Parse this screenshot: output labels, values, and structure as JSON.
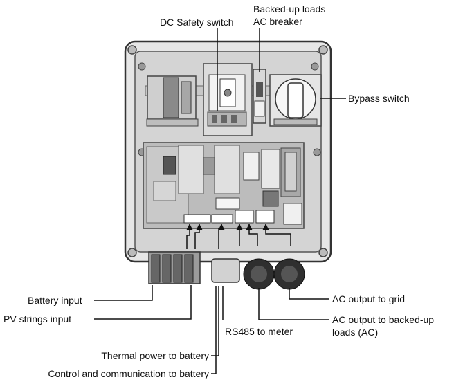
{
  "labels": {
    "dc_safety_switch": "DC Safety switch",
    "backed_up_loads_ac_breaker_line1": "Backed-up loads",
    "backed_up_loads_ac_breaker_line2": "AC breaker",
    "bypass_switch": "Bypass switch",
    "battery_input": "Battery input",
    "pv_strings_input": "PV strings input",
    "rs485_to_meter": "RS485 to meter",
    "ac_output_to_grid": "AC output to grid",
    "ac_output_backed_up_line1": "AC output to backed-up",
    "ac_output_backed_up_line2": "loads (AC)",
    "thermal_power_to_battery": "Thermal power to battery",
    "control_and_communication_to_battery": "Control and communication to battery"
  },
  "colors": {
    "enclosure_edge": "#333333",
    "enclosure_fill": "#d9d9d9",
    "board_fill": "#c4c4c4",
    "leader_line": "#111111"
  }
}
